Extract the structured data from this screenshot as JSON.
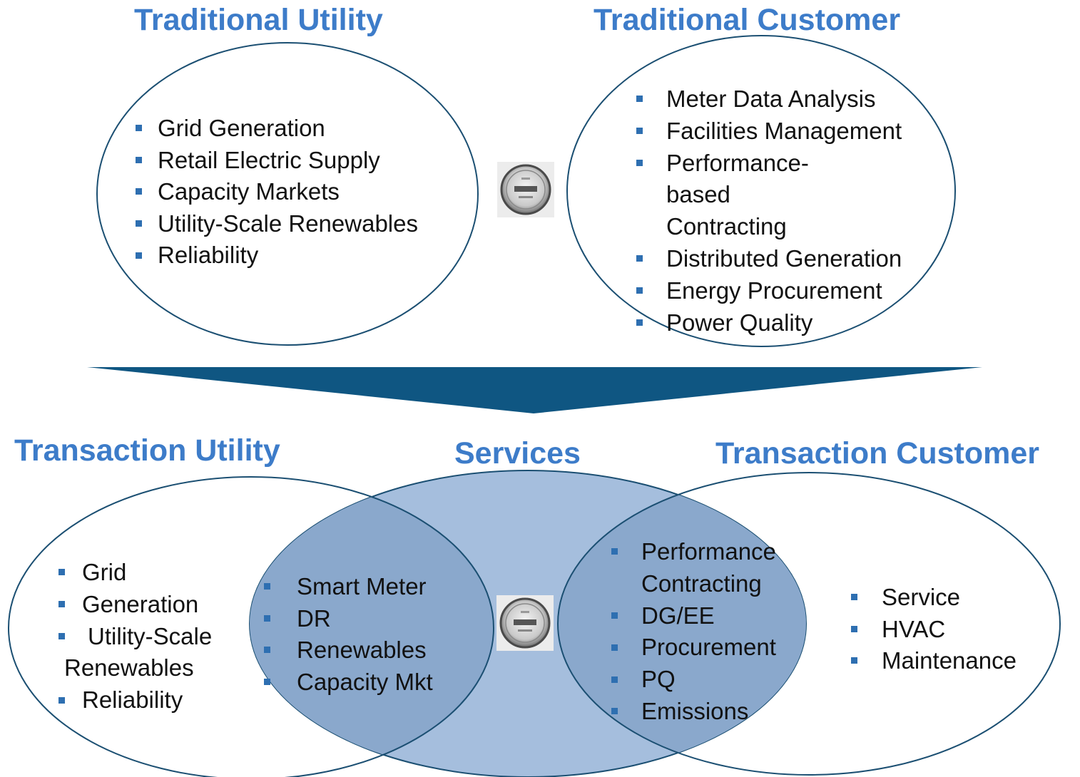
{
  "top": {
    "left_title": "Traditional Utility",
    "right_title": "Traditional Customer",
    "left_items": [
      "Grid Generation",
      "Retail Electric Supply",
      "Capacity Markets",
      "Utility-Scale Renewables",
      "Reliability"
    ],
    "right_items": [
      "Meter Data Analysis",
      "Facilities Management",
      "Performance-based Contracting",
      "Distributed Generation",
      "Energy Procurement",
      "Power Quality"
    ]
  },
  "bottom": {
    "left_title": "Transaction Utility",
    "center_title": "Services",
    "right_title": "Transaction Customer",
    "left_items": [
      "Grid",
      "Generation",
      "Utility-Scale Renewables",
      "Reliability"
    ],
    "center_items": [
      "Smart Meter",
      "DR",
      "Renewables",
      "Capacity Mkt"
    ],
    "overlap_items": [
      "Performance Contracting",
      "DG/EE",
      "Procurement",
      "PQ",
      "Emissions"
    ],
    "right_items": [
      "Service",
      "HVAC",
      "Maintenance"
    ]
  },
  "colors": {
    "title": "#3d7cc9",
    "ellipse_stroke": "#1b4f72",
    "services_fill": "#a5bedd",
    "overlap_fill": "#8aa8cc",
    "arrow": "#0f5682",
    "bullet": "#2e6fb1"
  },
  "icons": [
    "electric-meter-icon",
    "electric-meter-icon",
    "bullet-square-icon"
  ]
}
